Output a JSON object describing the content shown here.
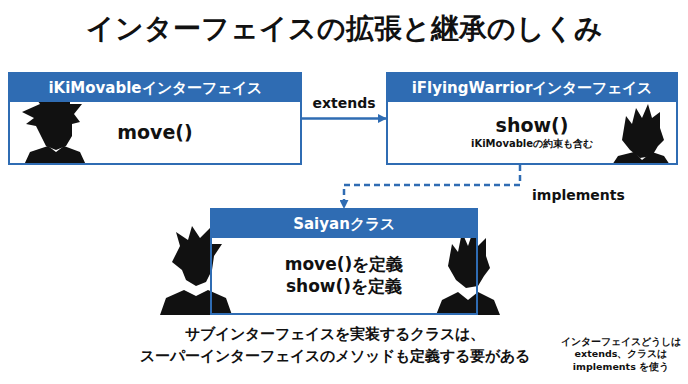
{
  "diagram": {
    "title": "インターフェイスの拡張と継承のしくみ",
    "caption": "サブインターフェイスを実装するクラスは、 スーパーインターフェイスのメソッドも定義する要がある",
    "nodes": [
      {
        "text": [
          "iKiMovableインターフェイス",
          "move()"
        ]
      },
      {
        "text": [
          "iFlyingWarriorインターフェイス",
          "show()",
          "iKiMovableの約束も含む"
        ]
      },
      {
        "text": [
          "Saiyanクラス",
          "move()を定義",
          "show()を定義"
        ]
      }
    ],
    "edges": [
      {
        "from": 0,
        "to": 1,
        "arrow": "to",
        "label": "extends"
      },
      {
        "from": 1,
        "to": 2,
        "arrow": "to",
        "label": "implements"
      }
    ],
    "labels": [
      "インターフェイスどうしは extends、クラスは implements を使う"
    ]
  }
}
